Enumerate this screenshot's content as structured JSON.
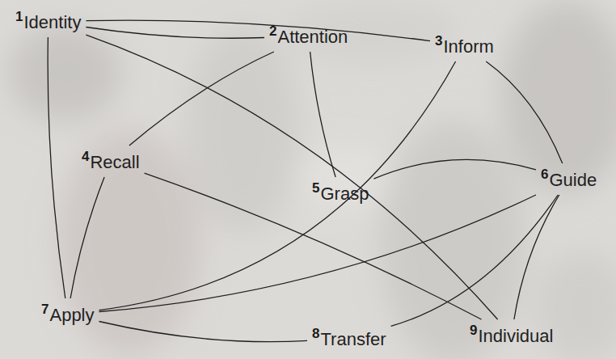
{
  "diagram": {
    "nodes": [
      {
        "text": [
          "1",
          "Identity"
        ]
      },
      {
        "text": [
          "2",
          "Attention"
        ]
      },
      {
        "text": [
          "3",
          "Inform"
        ]
      },
      {
        "text": [
          "4",
          "Recall"
        ]
      },
      {
        "text": [
          "5",
          "Grasp"
        ]
      },
      {
        "text": [
          "6",
          "Guide"
        ]
      },
      {
        "text": [
          "7",
          "Apply"
        ]
      },
      {
        "text": [
          "8",
          "Transfer"
        ]
      },
      {
        "text": [
          "9",
          "Individual"
        ]
      }
    ],
    "edges": [
      {
        "from": 0,
        "to": 1,
        "arrow": "none"
      },
      {
        "from": 0,
        "to": 2,
        "arrow": "none"
      },
      {
        "from": 0,
        "to": 8,
        "arrow": "none"
      },
      {
        "from": 0,
        "to": 6,
        "arrow": "none"
      },
      {
        "from": 1,
        "to": 3,
        "arrow": "none"
      },
      {
        "from": 1,
        "to": 4,
        "arrow": "none"
      },
      {
        "from": 2,
        "to": 5,
        "arrow": "none"
      },
      {
        "from": 2,
        "to": 6,
        "arrow": "none"
      },
      {
        "from": 4,
        "to": 5,
        "arrow": "none"
      },
      {
        "from": 5,
        "to": 6,
        "arrow": "none"
      },
      {
        "from": 3,
        "to": 6,
        "arrow": "none"
      },
      {
        "from": 3,
        "to": 8,
        "arrow": "none"
      },
      {
        "from": 5,
        "to": 7,
        "arrow": "none"
      },
      {
        "from": 5,
        "to": 8,
        "arrow": "none"
      },
      {
        "from": 6,
        "to": 7,
        "arrow": "none"
      }
    ]
  }
}
